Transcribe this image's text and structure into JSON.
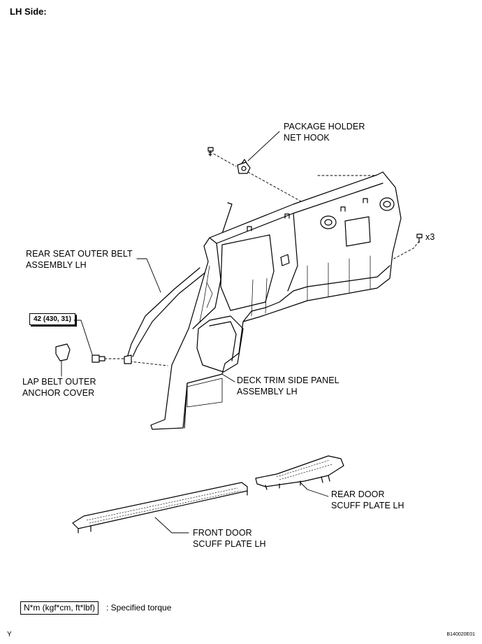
{
  "title": "LH Side:",
  "labels": {
    "package_holder": [
      "PACKAGE HOLDER",
      "NET HOOK"
    ],
    "rear_seat_belt": [
      "REAR SEAT OUTER BELT",
      "ASSEMBLY LH"
    ],
    "lap_belt_cover": [
      "LAP BELT OUTER",
      "ANCHOR COVER"
    ],
    "deck_trim": [
      "DECK TRIM SIDE PANEL",
      "ASSEMBLY LH"
    ],
    "rear_door_scuff": [
      "REAR DOOR",
      "SCUFF PLATE LH"
    ],
    "front_door_scuff": [
      "FRONT DOOR",
      "SCUFF PLATE LH"
    ],
    "clip_qty": "x3"
  },
  "torque": "42 (430, 31)",
  "legend": {
    "unit": "N*m (kgf*cm, ft*lbf)",
    "text": ": Specified torque"
  },
  "corner_mark": "Y",
  "image_code": "B140020E01"
}
